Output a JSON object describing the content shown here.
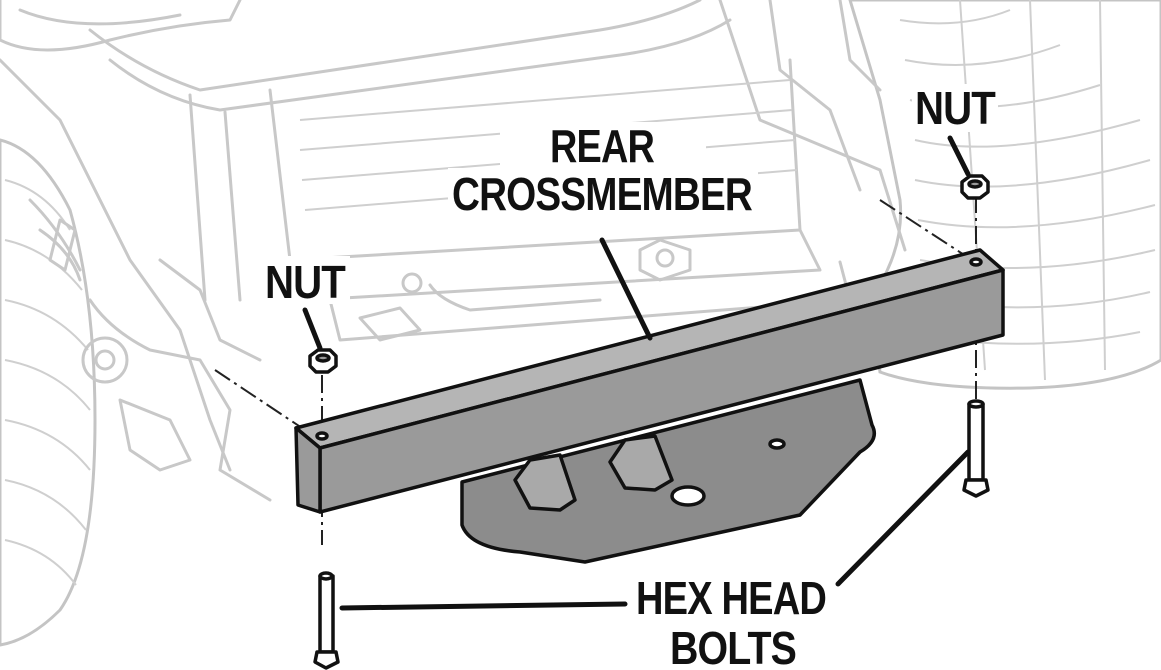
{
  "labels": {
    "nut_right": "NUT",
    "rear_crossmember_line1": "REAR",
    "rear_crossmember_line2": "CROSSMEMBER",
    "nut_left": "NUT",
    "hex_head_bolts_line1": "HEX HEAD",
    "hex_head_bolts_line2": "BOLTS"
  },
  "colors": {
    "crossmember_fill": "#9a9a9a",
    "hitch_plate_fill": "#8c8c8c",
    "background_machine_outline": "#c8c8c8",
    "leader_line": "#111111"
  }
}
